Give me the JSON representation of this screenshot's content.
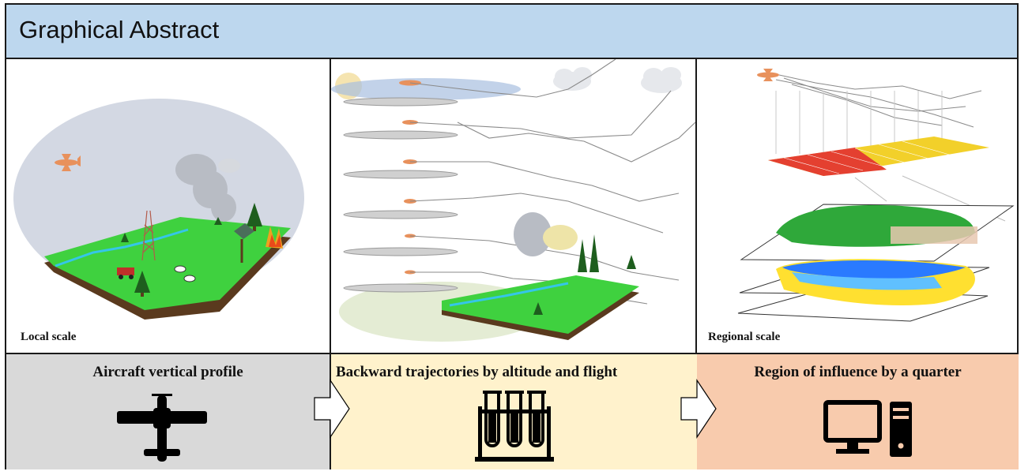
{
  "header": {
    "title": "Graphical Abstract"
  },
  "panels": {
    "local": {
      "scale_label": "Local scale"
    },
    "trajectories": {},
    "regional": {
      "scale_label": "Regional scale"
    }
  },
  "steps": [
    {
      "title": "Aircraft vertical profile",
      "icon": "airplane-icon"
    },
    {
      "title": "Backward trajectories by altitude and flight",
      "icon": "test-tubes-icon"
    },
    {
      "title": "Region of influence by a quarter",
      "icon": "computer-icon"
    }
  ],
  "colors": {
    "header_bg": "#bdd7ee",
    "step1_bg": "#d9d9d9",
    "step2_bg": "#fff2cc",
    "step3_bg": "#f8cbad",
    "plane": "#e8915c",
    "grass": "#3fd13f"
  }
}
